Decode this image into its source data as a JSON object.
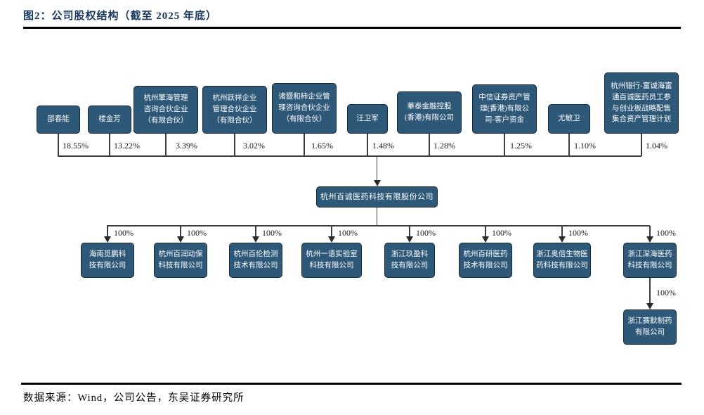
{
  "title": "图2：公司股权结构（截至 2025 年底）",
  "source_note": "数据来源：Wind，公司公告，东吴证券研究所",
  "colors": {
    "box_fill": "#2d5878",
    "box_border": "#15293c",
    "title_text": "#17365d",
    "line": "#3d3d3d"
  },
  "parent_company": {
    "name": "杭州百诚医药科技有限股份公司"
  },
  "shareholders": [
    {
      "name": "邵春能",
      "pct": "18.55%"
    },
    {
      "name": "楼金芳",
      "pct": "13.22%"
    },
    {
      "name": "杭州擎海管理\n咨询合伙企业\n（有限合伙）",
      "pct": "3.39%"
    },
    {
      "name": "杭州跃祥企业\n管理合伙企业\n（有限合伙）",
      "pct": "3.02%"
    },
    {
      "name": "诸暨和柿企业管\n理咨询合伙企业\n（有限合伙）",
      "pct": "1.65%"
    },
    {
      "name": "汪卫军",
      "pct": "1.48%"
    },
    {
      "name": "華泰金融控股\n(香港)有限公司",
      "pct": "1.28%"
    },
    {
      "name": "中信证券资产管\n理(香港)有限公\n司-客户资金",
      "pct": "1.25%"
    },
    {
      "name": "尤敏卫",
      "pct": "1.10%"
    },
    {
      "name": "杭州银行-富诚海富\n通百诚医药员工参\n与创业板战略配售\n集合资产管理计划",
      "pct": "1.04%"
    }
  ],
  "subsidiaries": [
    {
      "name": "海南觅鹏科\n技有限公司",
      "pct": "100%"
    },
    {
      "name": "杭州百润动保\n科技有限公司",
      "pct": "100%"
    },
    {
      "name": "杭州百伦检测\n技术有限公司",
      "pct": "100%"
    },
    {
      "name": "杭州一语实验室\n科技有限公司",
      "pct": "100%"
    },
    {
      "name": "浙江玖盈科\n技有限公司",
      "pct": "100%"
    },
    {
      "name": "杭州百研医药\n技术有限公司",
      "pct": "100%"
    },
    {
      "name": "浙江奥倍生物医\n药科技有限公司",
      "pct": "100%"
    },
    {
      "name": "浙江深海医药\n科技有限公司",
      "pct": "100%"
    }
  ],
  "grandchild": {
    "name": "浙江赛默制药\n有限公司",
    "pct": "100%"
  }
}
